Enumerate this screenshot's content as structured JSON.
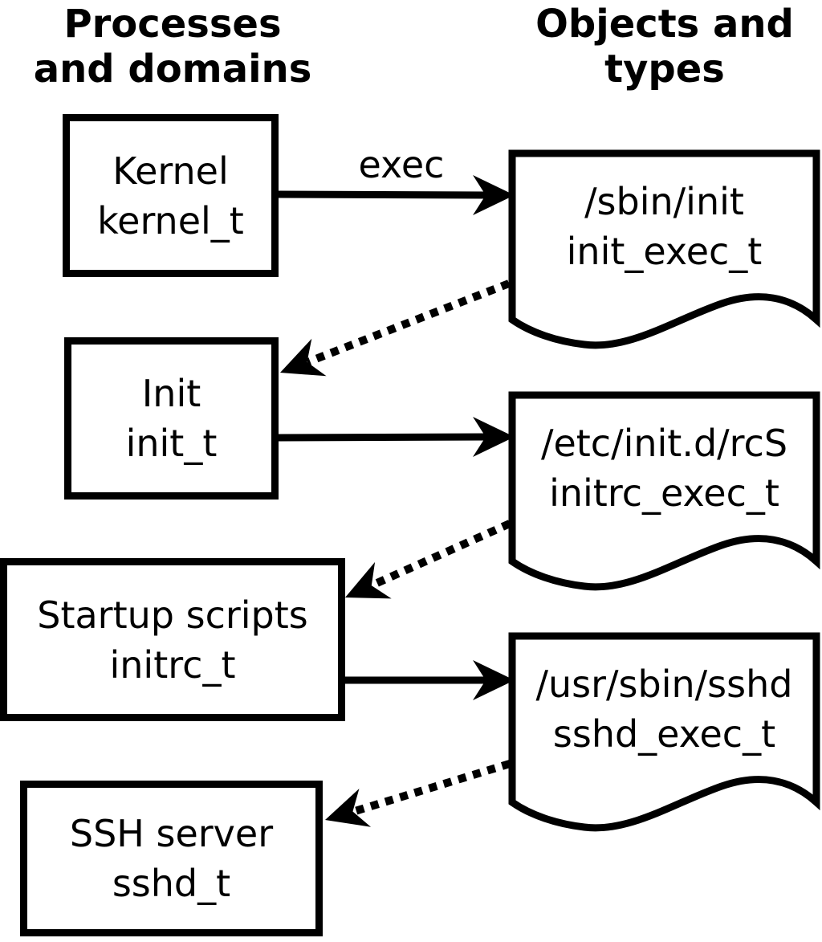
{
  "diagram": {
    "columns": {
      "left": {
        "title_line1": "Processes",
        "title_line2": "and domains"
      },
      "right": {
        "title_line1": "Objects and",
        "title_line2": "types"
      }
    },
    "processes": [
      {
        "name": "Kernel",
        "domain": "kernel_t"
      },
      {
        "name": "Init",
        "domain": "init_t"
      },
      {
        "name": "Startup scripts",
        "domain": "initrc_t"
      },
      {
        "name": "SSH server",
        "domain": "sshd_t"
      }
    ],
    "objects": [
      {
        "path": "/sbin/init",
        "type": "init_exec_t"
      },
      {
        "path": "/etc/init.d/rcS",
        "type": "initrc_exec_t"
      },
      {
        "path": "/usr/sbin/sshd",
        "type": "sshd_exec_t"
      }
    ],
    "labels": {
      "exec": "exec"
    },
    "colors": {
      "foreground": "#000000",
      "background": "#ffffff"
    }
  }
}
